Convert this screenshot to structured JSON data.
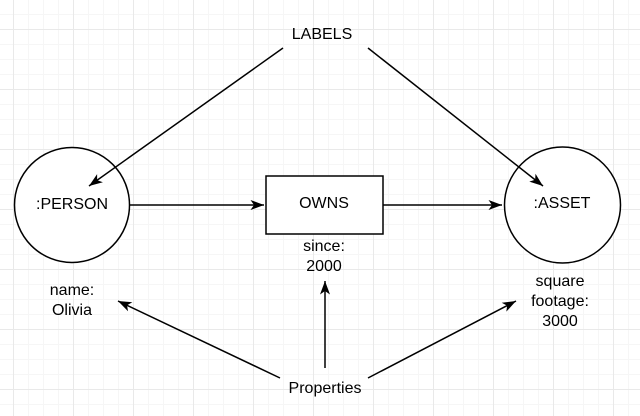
{
  "canvas": {
    "background": "#ffffff",
    "grid_minor_color": "#f6f6f6",
    "grid_major_color": "#e9e9e9"
  },
  "diagram": {
    "stroke_color": "#000000",
    "shape_fill_color": "#ffffff",
    "text_color": "#000000",
    "annotations": {
      "labels": "LABELS",
      "properties": "Properties"
    },
    "nodes": [
      {
        "id": "person",
        "shape": "circle",
        "label": ":PERSON",
        "property_lines": [
          "name:",
          "Olivia"
        ]
      },
      {
        "id": "asset",
        "shape": "circle",
        "label": ":ASSET",
        "property_lines": [
          "square",
          "footage:",
          "3000"
        ]
      }
    ],
    "relationship": {
      "shape": "rectangle",
      "label": "OWNS",
      "property_lines": [
        "since:",
        "2000"
      ]
    }
  }
}
